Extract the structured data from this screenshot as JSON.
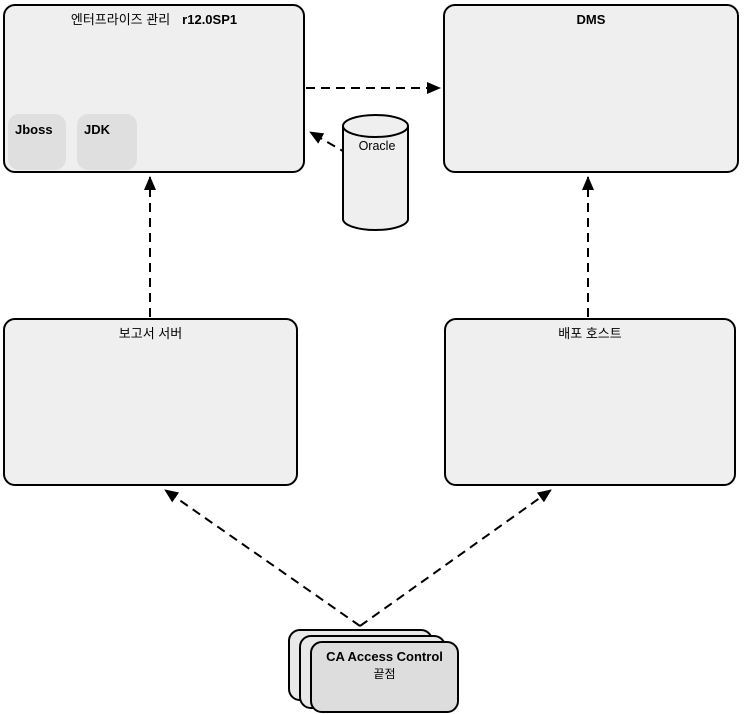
{
  "diagram": {
    "background": "#ffffff",
    "colors": {
      "box_fill": "#efefef",
      "inner_component_fill": "#dfdfdf",
      "front_stack_fill": "#dddddd",
      "border": "#000000",
      "arrow": "#000000"
    },
    "nodes": {
      "enterprise": {
        "title": "엔터프라이즈 관리",
        "version": "r12.0SP1",
        "components": [
          {
            "label": "Jboss"
          },
          {
            "label": "JDK"
          }
        ]
      },
      "dms": {
        "title": "DMS"
      },
      "oracle": {
        "title": "Oracle"
      },
      "report_server": {
        "title": "보고서 서버"
      },
      "deployment_host": {
        "title": "배포 호스트"
      },
      "endpoints": {
        "title": "CA Access Control",
        "subtitle": "끝점"
      }
    },
    "connections": [
      {
        "from": "enterprise",
        "to": "dms",
        "style": "dashed-arrow"
      },
      {
        "from": "oracle",
        "to": "enterprise",
        "style": "dashed-arrow"
      },
      {
        "from": "report_server",
        "to": "enterprise",
        "style": "dashed-arrow"
      },
      {
        "from": "deployment_host",
        "to": "dms",
        "style": "dashed-arrow"
      },
      {
        "from": "endpoints",
        "to": "report_server",
        "style": "dashed-arrow"
      },
      {
        "from": "endpoints",
        "to": "deployment_host",
        "style": "dashed-arrow"
      }
    ]
  }
}
